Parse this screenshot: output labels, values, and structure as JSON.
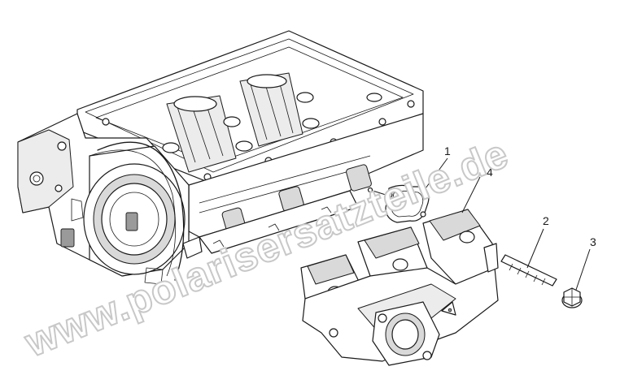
{
  "watermark": {
    "text": "www.polarisersatzteile.de"
  },
  "callouts": [
    {
      "id": "1",
      "label": "1"
    },
    {
      "id": "2",
      "label": "2"
    },
    {
      "id": "3",
      "label": "3"
    },
    {
      "id": "4",
      "label": "4"
    }
  ],
  "parts": [
    {
      "callout": "1",
      "name": "gasket-icon"
    },
    {
      "callout": "2",
      "name": "stud-bolt-icon"
    },
    {
      "callout": "3",
      "name": "flange-nut-icon"
    },
    {
      "callout": "4",
      "name": "exhaust-manifold-icon"
    }
  ],
  "colors": {
    "line": "#1a1a1a",
    "shading": "#d9d9d9",
    "watermark_stroke": "#c8c8c8"
  }
}
